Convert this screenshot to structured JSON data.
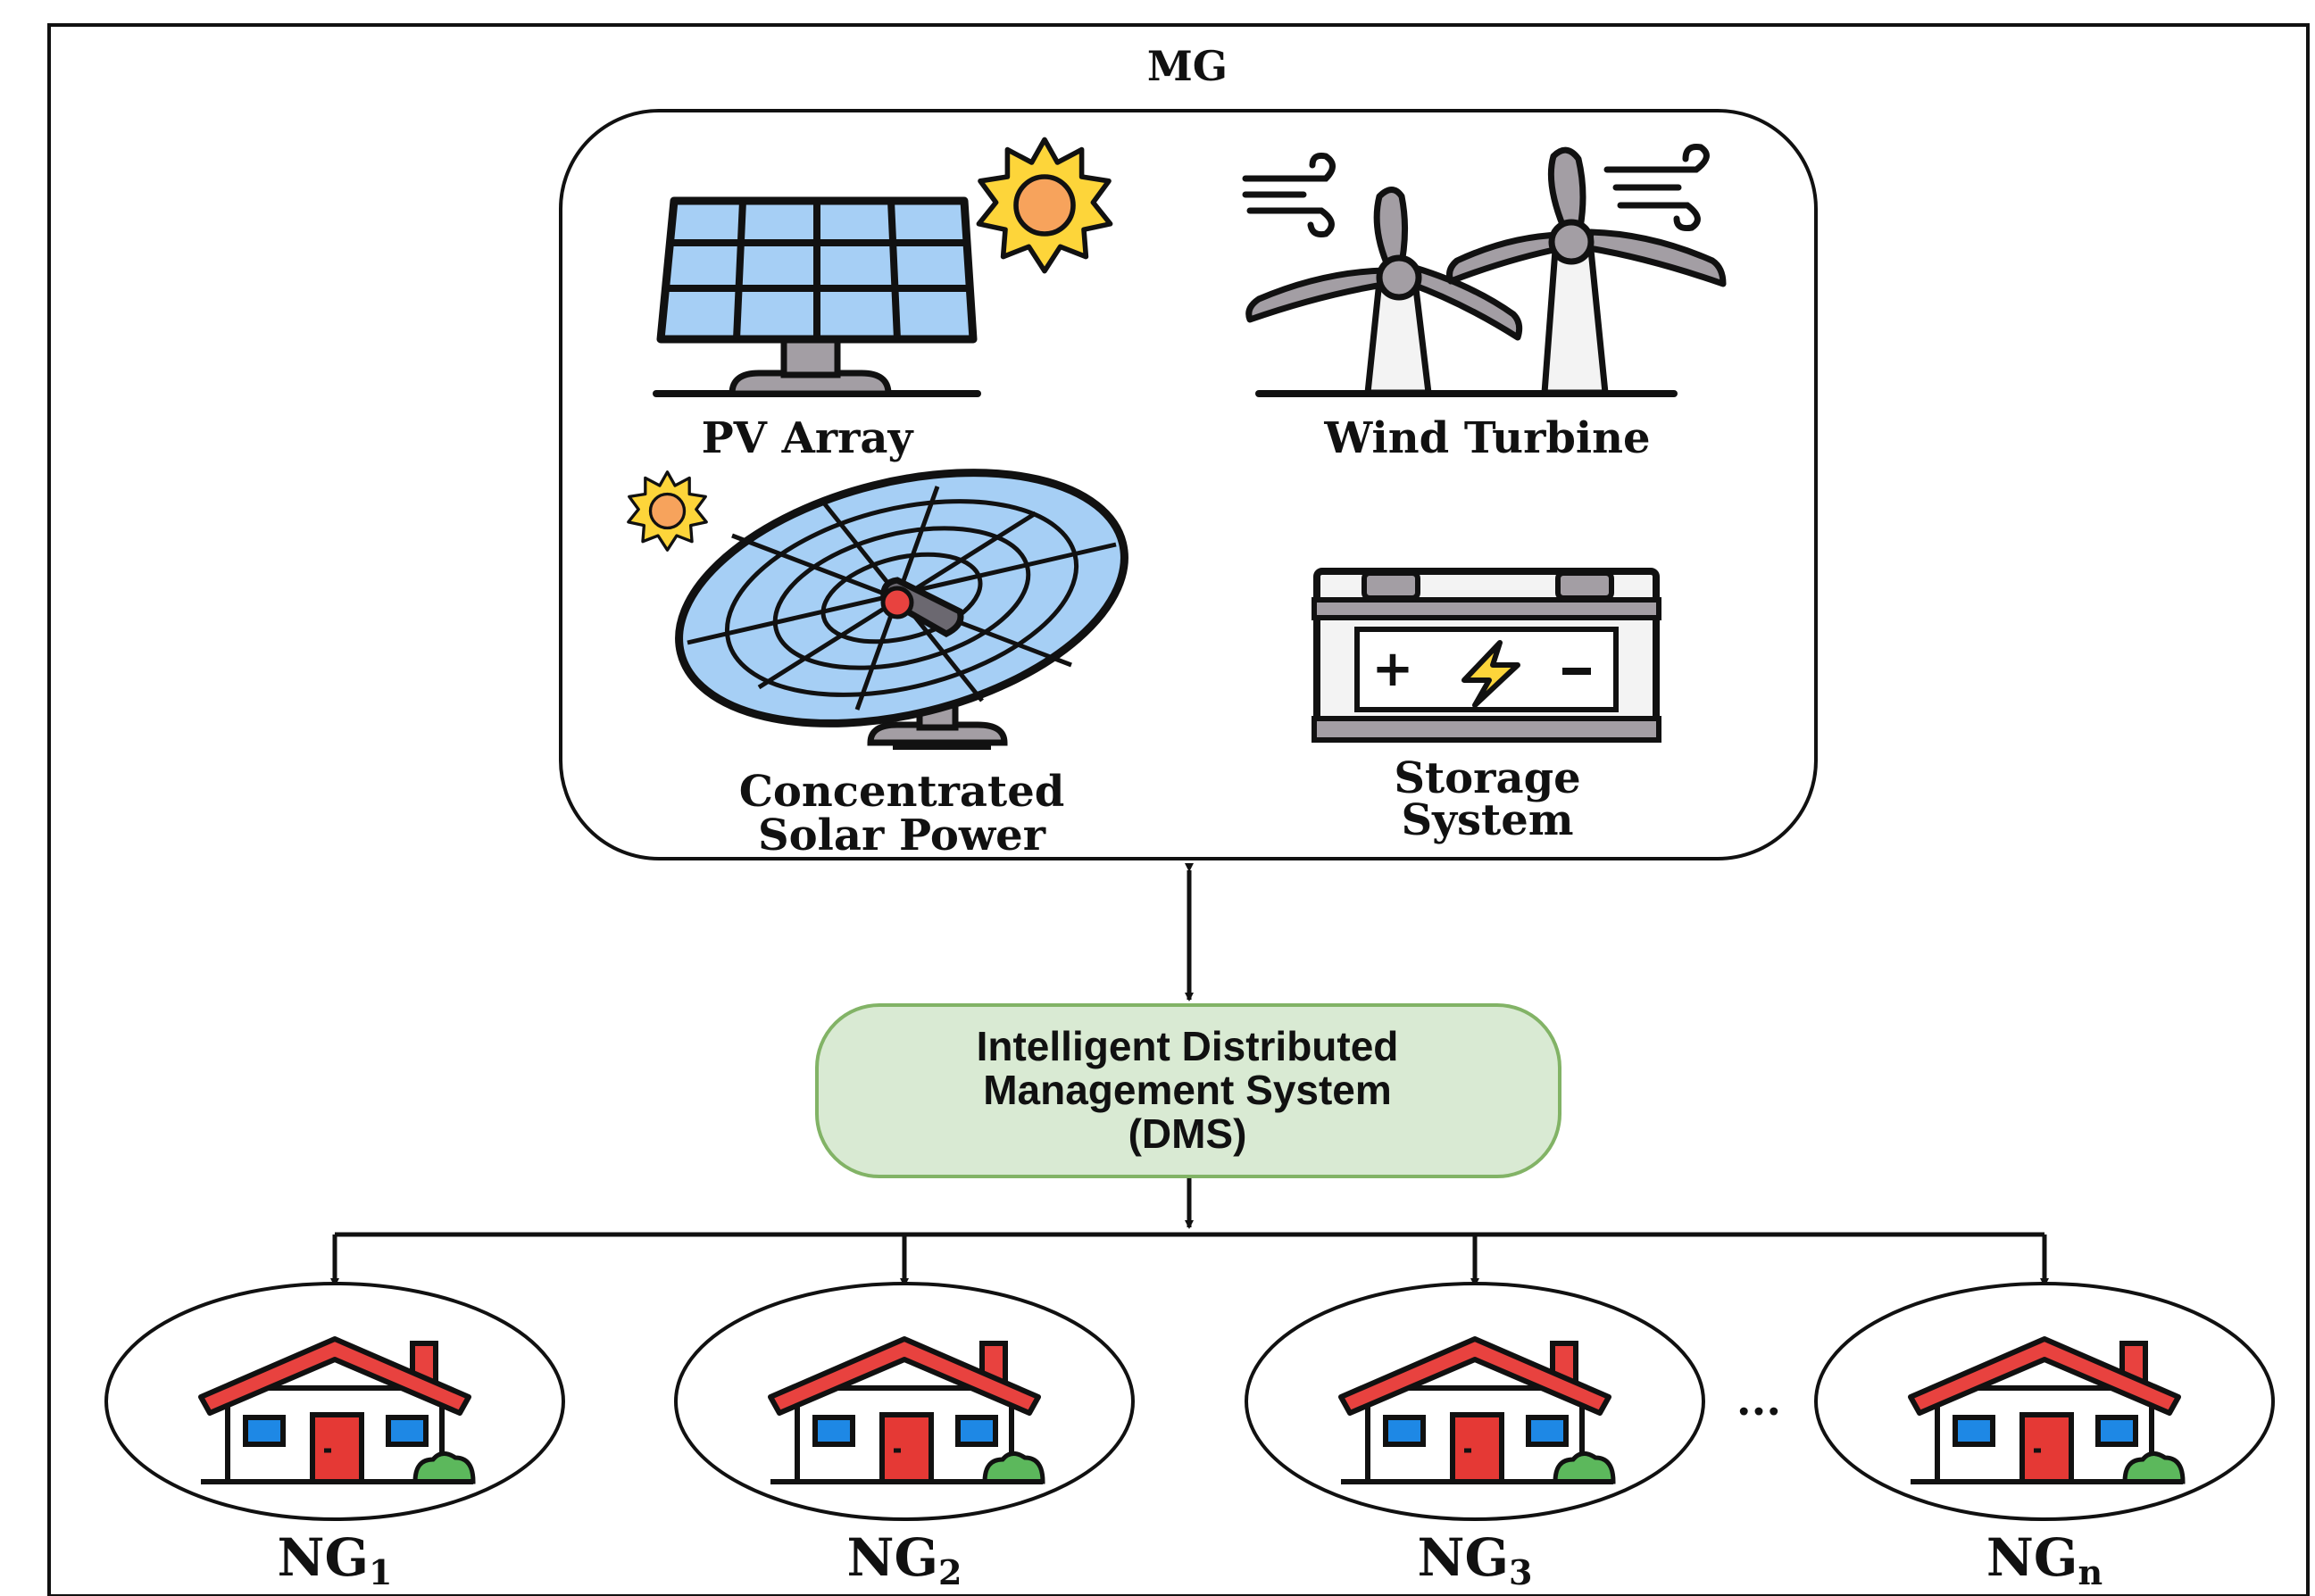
{
  "mg": {
    "title": "MG",
    "components": {
      "pv": "PV Array",
      "wind": "Wind Turbine",
      "csp_line1": "Concentrated",
      "csp_line2": "Solar Power",
      "storage_line1": "Storage",
      "storage_line2": "System"
    }
  },
  "dms": {
    "line1": "Intelligent Distributed",
    "line2": "Management System",
    "line3": "(DMS)"
  },
  "nanogrids": [
    {
      "base": "NG",
      "sub": "1"
    },
    {
      "base": "NG",
      "sub": "2"
    },
    {
      "base": "NG",
      "sub": "3"
    },
    {
      "base": "NG",
      "sub": "n"
    }
  ],
  "ellipsis": "...",
  "colors": {
    "dms_fill": "#d9ead3",
    "dms_stroke": "#82b366",
    "roof": "#e8423f",
    "door": "#e53935",
    "window": "#1e88e5",
    "panel": "#a6cff5",
    "sun": "#fdd53a",
    "sun_core": "#f7a35c",
    "bush": "#5cb85c"
  },
  "icons": [
    "solar-panel-icon",
    "sun-icon",
    "wind-turbine-icon",
    "solar-dish-icon",
    "battery-icon",
    "house-icon"
  ]
}
